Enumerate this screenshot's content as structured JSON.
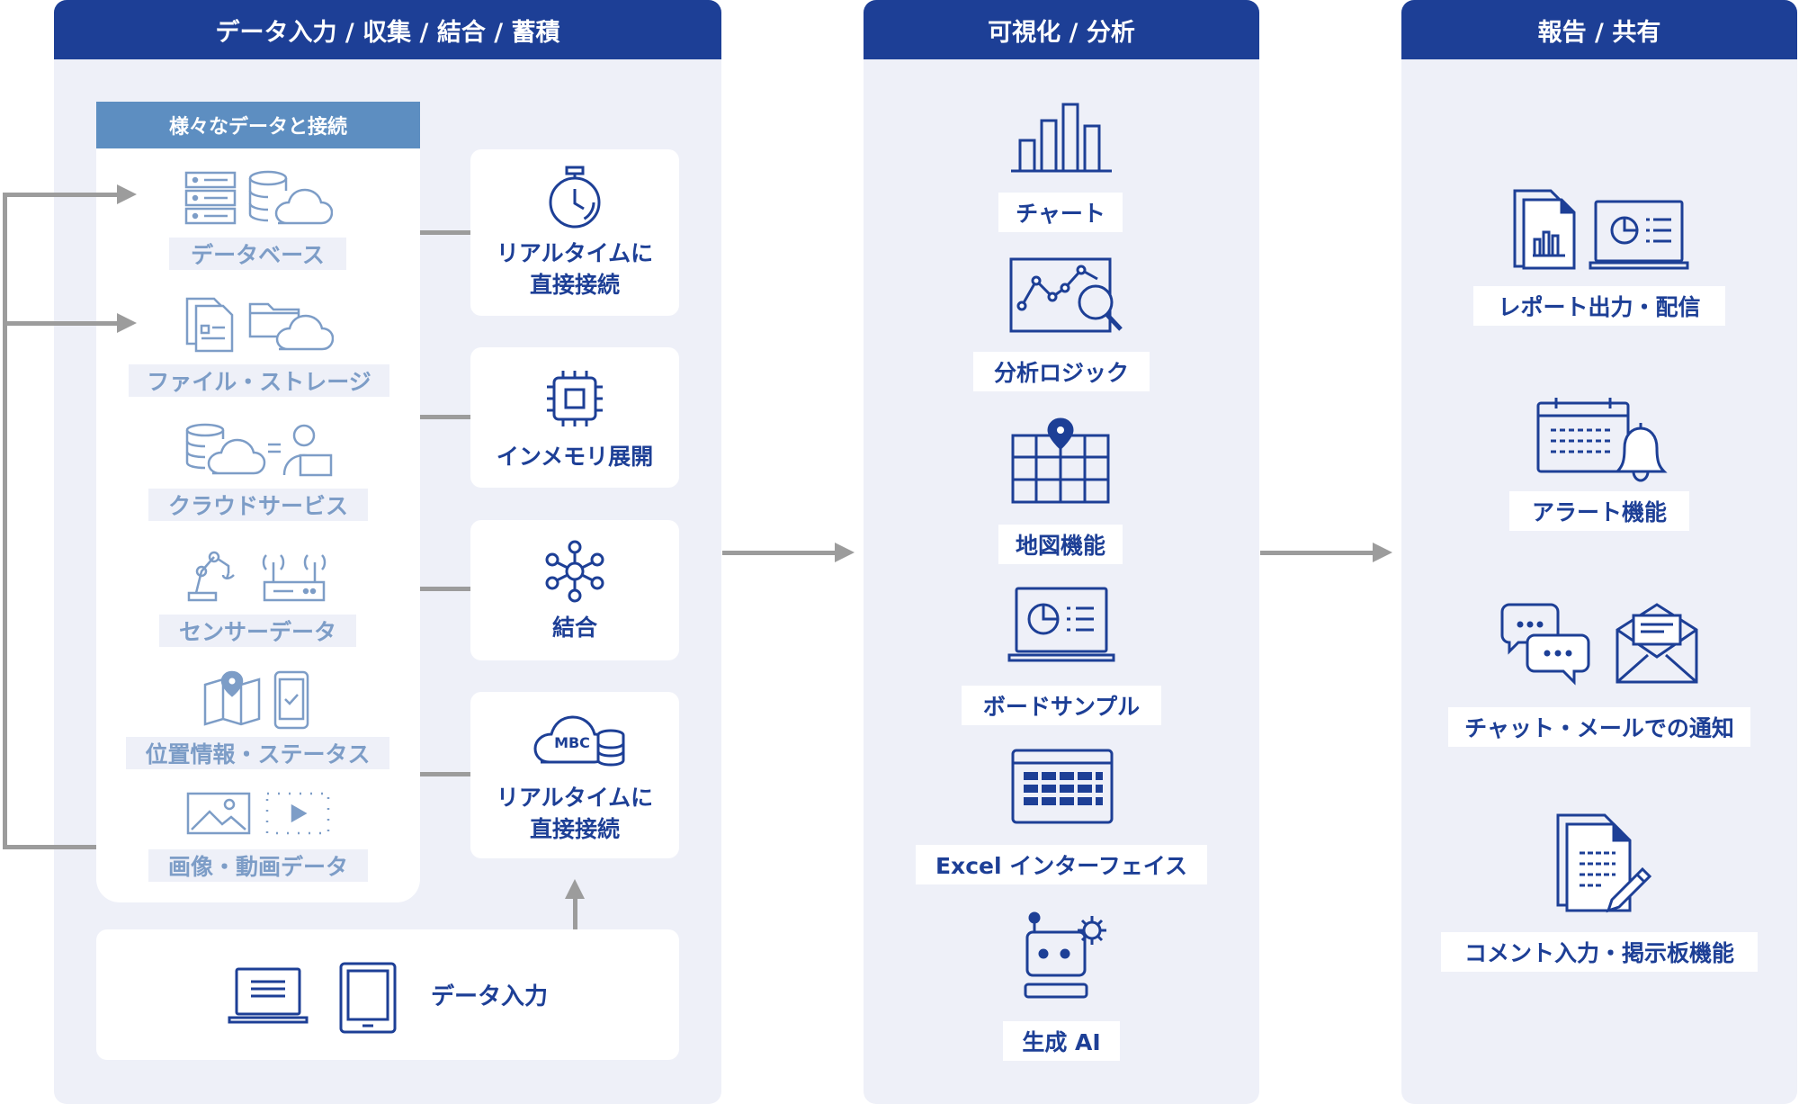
{
  "headers": {
    "collect": "データ入力 / 収集 / 結合 / 蓄積",
    "visualize": "可視化 / 分析",
    "report": "報告 / 共有"
  },
  "sources_header": "様々なデータと接続",
  "sources": [
    {
      "label": "データベース",
      "icon": "database-cloud-icon"
    },
    {
      "label": "ファイル・ストレージ",
      "icon": "file-folder-cloud-icon"
    },
    {
      "label": "クラウドサービス",
      "icon": "cloud-user-icon"
    },
    {
      "label": "センサーデータ",
      "icon": "robot-arm-router-icon"
    },
    {
      "label": "位置情報・ステータス",
      "icon": "map-phone-icon"
    },
    {
      "label": "画像・動画データ",
      "icon": "image-video-icon"
    }
  ],
  "process_cards": [
    {
      "line1": "リアルタイムに",
      "line2": "直接接続",
      "icon": "stopwatch-icon"
    },
    {
      "line1": "インメモリ展開",
      "line2": "",
      "icon": "chip-icon"
    },
    {
      "line1": "結合",
      "line2": "",
      "icon": "network-nodes-icon"
    },
    {
      "line1": "リアルタイムに",
      "line2": "直接接続",
      "icon": "mbc-cloud-database-icon",
      "badge": "MBC"
    }
  ],
  "data_entry": {
    "label": "データ入力",
    "icons": [
      "laptop-icon",
      "tablet-icon"
    ]
  },
  "visualize_items": [
    {
      "label": "チャート",
      "icon": "bar-chart-icon"
    },
    {
      "label": "分析ロジック",
      "icon": "analysis-magnifier-icon"
    },
    {
      "label": "地図機能",
      "icon": "map-pin-grid-icon"
    },
    {
      "label": "ボードサンプル",
      "icon": "dashboard-laptop-icon"
    },
    {
      "label": "Excel インターフェイス",
      "icon": "spreadsheet-icon"
    },
    {
      "label": "生成 AI",
      "icon": "ai-robot-gear-icon"
    }
  ],
  "report_items": [
    {
      "label": "レポート出力・配信",
      "icon": "report-documents-icon"
    },
    {
      "label": "アラート機能",
      "icon": "calendar-bell-icon"
    },
    {
      "label": "チャット・メールでの通知",
      "icon": "chat-mail-icon"
    },
    {
      "label": "コメント入力・掲示板機能",
      "icon": "document-pen-icon"
    }
  ],
  "colors": {
    "navy": "#1d3f96",
    "panel": "#eef0f8",
    "subhead": "#5d8ec1",
    "muted": "#7d9dc7",
    "arrow": "#9c9c9c"
  }
}
